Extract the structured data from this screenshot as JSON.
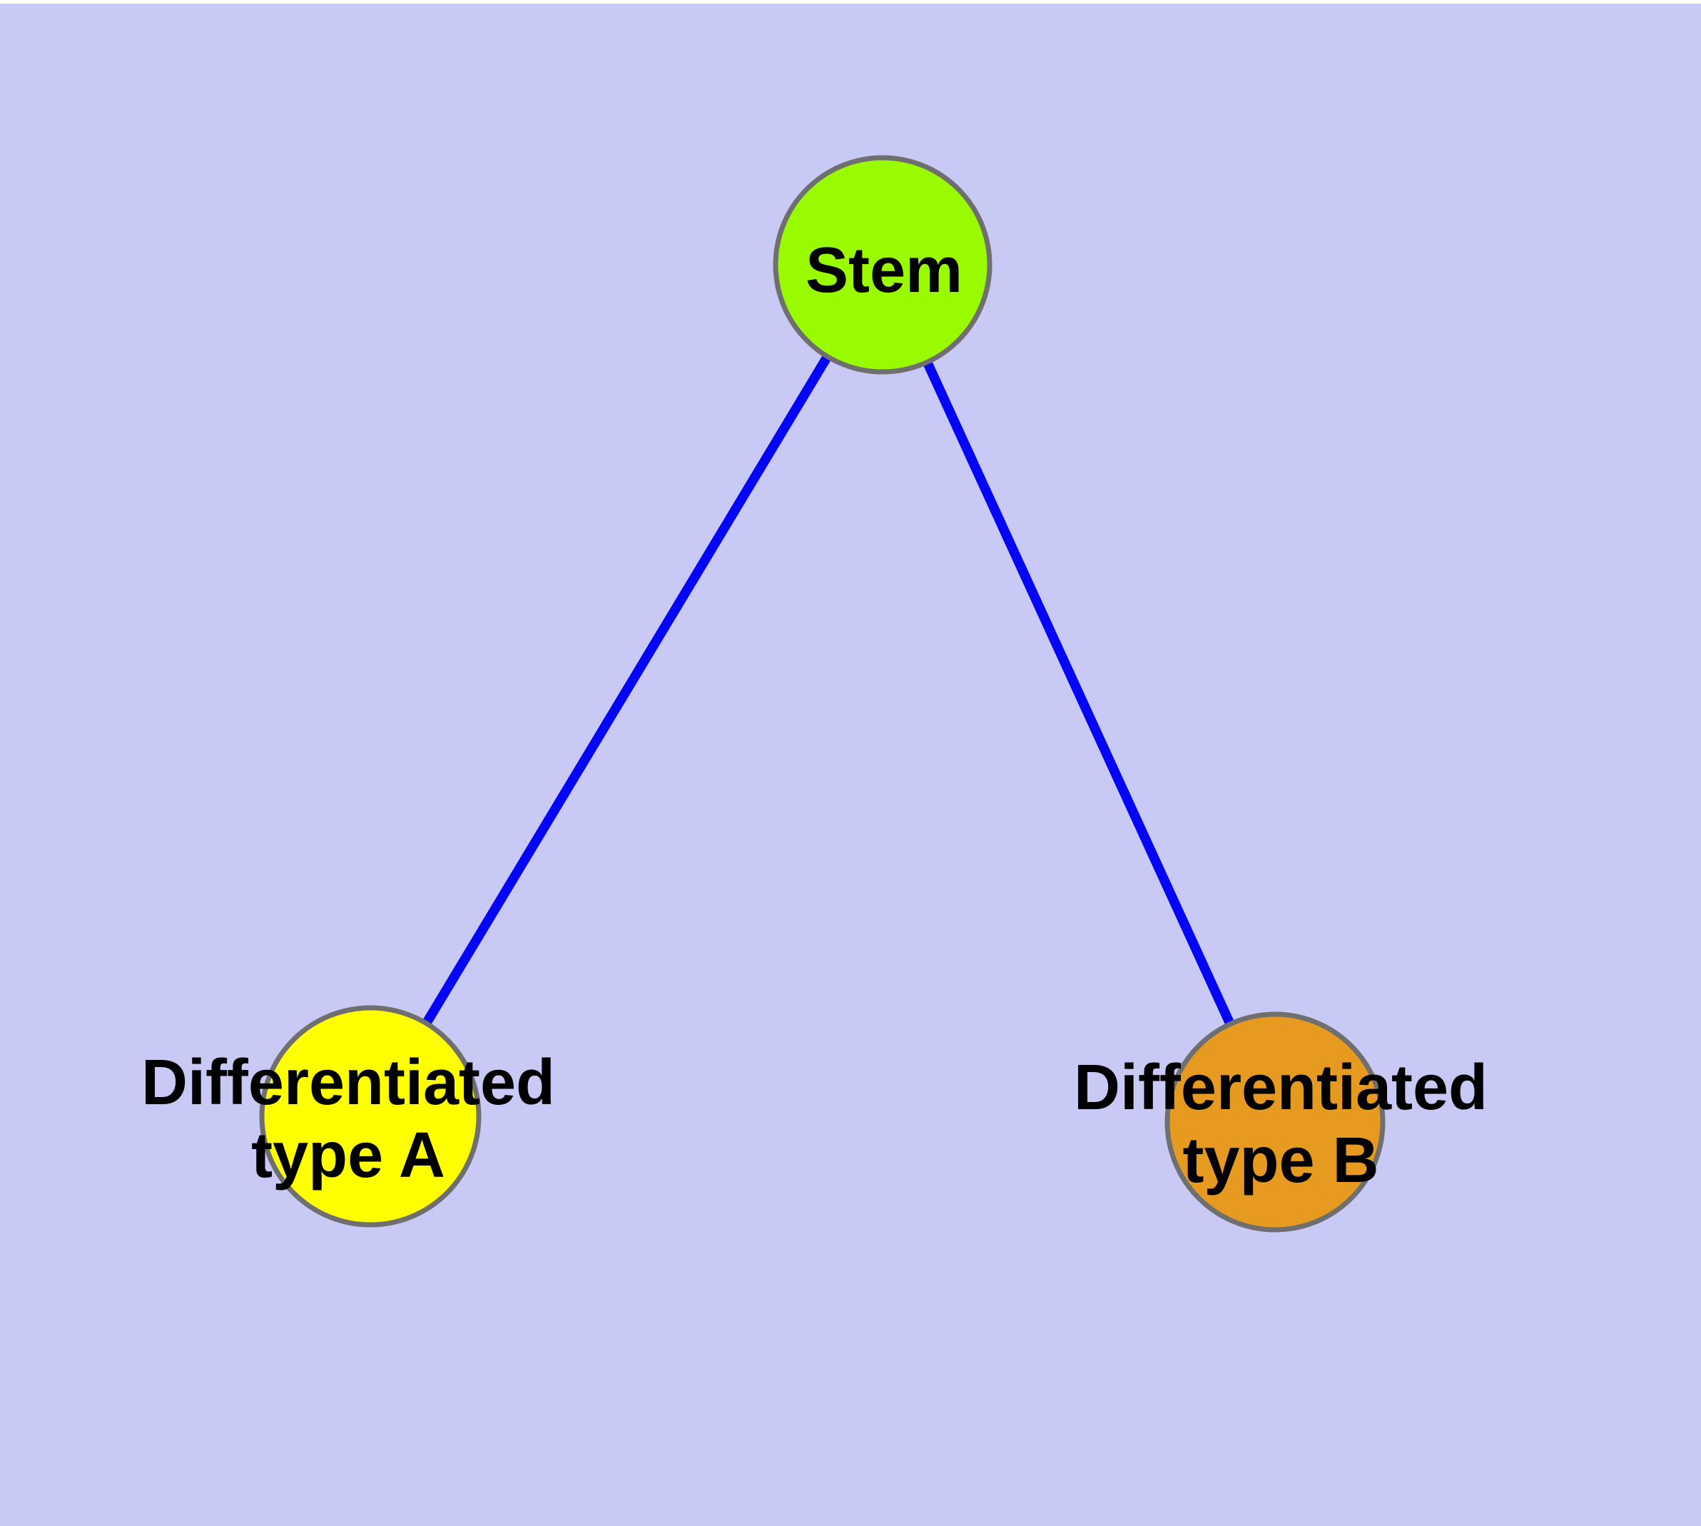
{
  "diagram": {
    "colors": {
      "background": "#C9C9F6",
      "top_margin": "#FFFFFF",
      "edge": "#0404F8",
      "node_border": "#6F6F6F",
      "label": "#000000"
    },
    "nodes": {
      "stem": {
        "label": "Stem",
        "fill": "#9AFB00"
      },
      "type_a": {
        "label_line1": "Differentiated",
        "label_line2": "type A",
        "fill": "#FFFF00"
      },
      "type_b": {
        "label_line1": "Differentiated",
        "label_line2": "type B",
        "fill": "#E69A20"
      }
    },
    "edges": [
      {
        "from": "Stem",
        "to": "Differentiated type A"
      },
      {
        "from": "Stem",
        "to": "Differentiated type B"
      }
    ]
  }
}
